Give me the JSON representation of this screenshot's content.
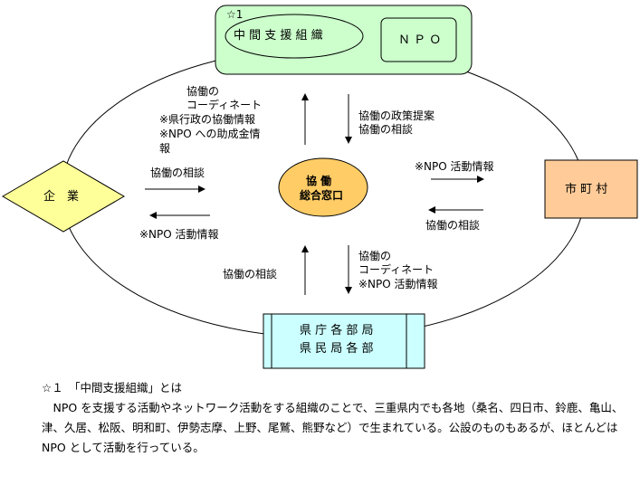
{
  "diagram": {
    "npo_center": {
      "note_mark": "☆1",
      "intermediary_label": "中 間 支 援 組 織",
      "npo_label": "Ｎ Ｐ Ｏ"
    },
    "company_label": "企　業",
    "municipality_label": "市 町 村",
    "prefecture_label_line1": "県 庁 各 部 局",
    "prefecture_label_line2": "県 民 局 各 部",
    "center_label_line1": "協 働",
    "center_label_line2": "総合窓口",
    "arrows": {
      "up_top": [
        "協働の",
        "コーディネート",
        "※県行政の協働情報",
        "※NPO への助成金情",
        "報"
      ],
      "down_top": [
        "協働の政策提案",
        "協働の相談"
      ],
      "to_center_from_company": "協働の相談",
      "to_company": "※NPO 活動情報",
      "to_municipality": "※NPO 活動情報",
      "from_municipality": "協働の相談",
      "up_bottom": "協働の相談",
      "down_bottom": [
        "協働の",
        "コーディネート",
        "※NPO 活動情報"
      ]
    }
  },
  "footnote": {
    "title": "☆１　「中間支援組織」とは",
    "body": "NPO を支援する活動やネットワーク活動をする組織のことで、三重県内でも各地（桑名、四日市、鈴鹿、亀山、津、久居、松阪、明和町、伊勢志摩、上野、尾鷲、熊野など）で生まれている。公設のものもあるが、ほとんどは NPO として活動を行っている。"
  },
  "colors": {
    "npo_box_fill": "#ccffcc",
    "center_fill": "#ffcc66",
    "company_fill": "#ffff99",
    "municipality_fill": "#ffcc99",
    "prefecture_fill": "#ccffff"
  }
}
